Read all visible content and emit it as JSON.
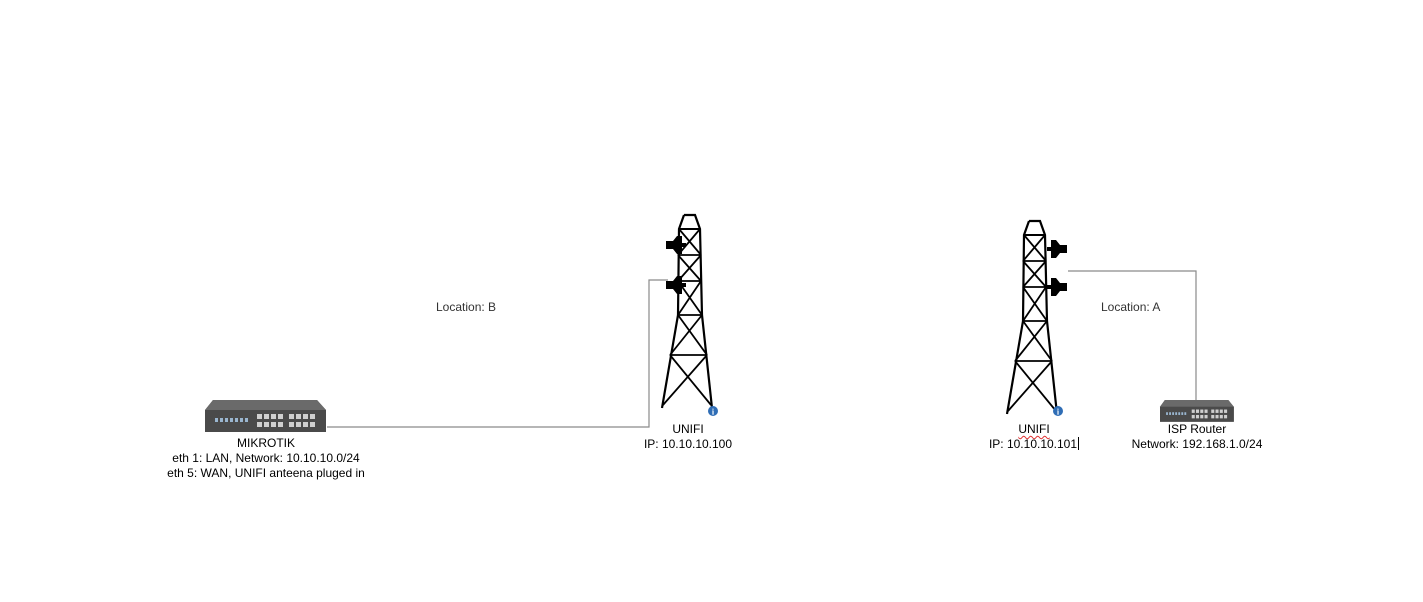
{
  "location_b": "Location: B",
  "location_a": "Location: A",
  "mikrotik": {
    "name": "MIKROTIK",
    "line1": "eth 1: LAN, Network: 10.10.10.0/24",
    "line2": "eth 5: WAN, UNIFI anteena pluged in"
  },
  "unifi_b": {
    "name": "UNIFI",
    "ip": "IP: 10.10.10.100"
  },
  "unifi_a": {
    "name": "UNIFI",
    "ip": "IP: 10.10.10.101"
  },
  "isp_router": {
    "name": "ISP Router",
    "network": "Network: 192.168.1.0/24"
  },
  "colors": {
    "connector": "#8a8a8a",
    "device_body": "#4a4a4a",
    "info_badge": "#2f6db5"
  },
  "icons": [
    "switch-icon",
    "cell-tower-icon",
    "info-icon"
  ]
}
